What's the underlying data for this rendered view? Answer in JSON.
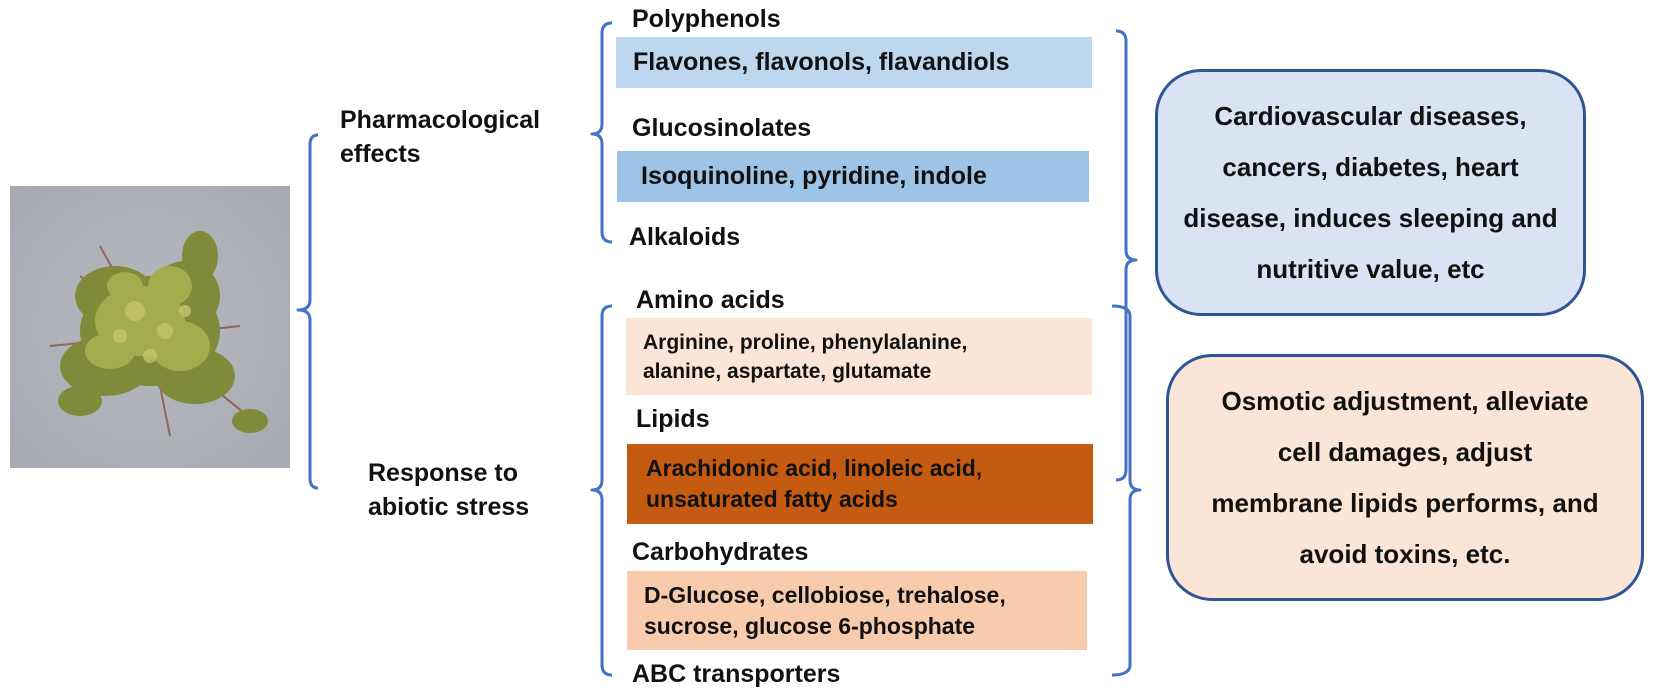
{
  "categories": {
    "pharmacological": "Pharmacological\neffects",
    "abiotic": "Response to\nabiotic stress"
  },
  "compounds": {
    "polyphenols": {
      "title": "Polyphenols",
      "detail": "Flavones, flavonols, flavandiols"
    },
    "glucosinolates": {
      "title": "Glucosinolates",
      "detail": "Isoquinoline, pyridine, indole"
    },
    "alkaloids": {
      "title": "Alkaloids"
    },
    "amino_acids": {
      "title": "Amino acids",
      "detail": "Arginine, proline, phenylalanine,\nalanine, aspartate, glutamate"
    },
    "lipids": {
      "title": "Lipids",
      "detail": "Arachidonic acid, linoleic acid,\nunsaturated fatty acids"
    },
    "carbohydrates": {
      "title": "Carbohydrates",
      "detail": "D-Glucose, cellobiose, trehalose,\nsucrose, glucose 6-phosphate"
    },
    "abc_transporters": {
      "title": "ABC transporters"
    }
  },
  "outcomes": {
    "pharmacological": "Cardiovascular diseases,\ncancers, diabetes, heart\ndisease, induces sleeping and\nnutritive value, etc",
    "abiotic": "Osmotic adjustment, alleviate\ncell  damages, adjust\nmembrane lipids performs, and\navoid  toxins, etc."
  },
  "colors": {
    "bracket": "#4472c4",
    "polyphenols_box": "#bdd7ee",
    "glucosinolates_box": "#9dc3e6",
    "amino_box": "#fbe5d6",
    "lipids_box": "#c55a11",
    "carbs_box": "#f8cbad",
    "outcome_pharm_bg": "#dae3f3",
    "outcome_abiotic_bg": "#fbe5d6",
    "outcome_border": "#2f5597"
  }
}
